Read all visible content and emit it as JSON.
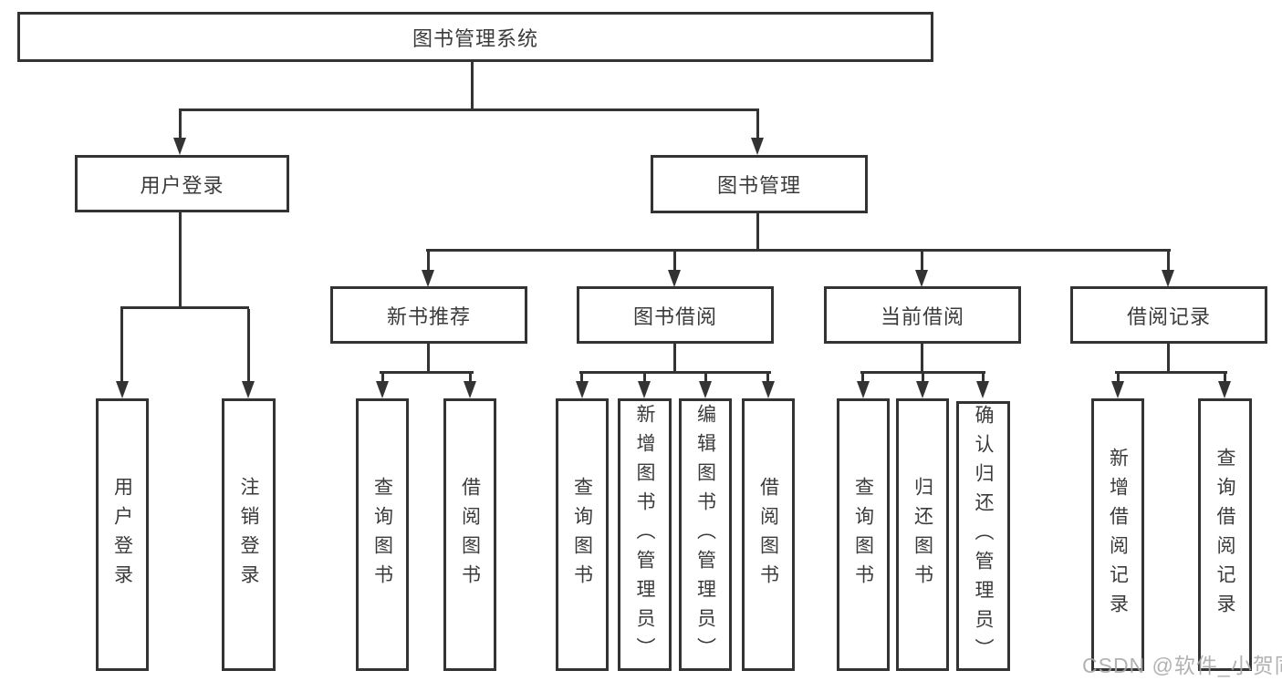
{
  "tree": {
    "label": "图书管理系统",
    "children": [
      {
        "label": "用户登录",
        "children": [
          {
            "label": "用户登录"
          },
          {
            "label": "注销登录"
          }
        ]
      },
      {
        "label": "图书管理",
        "children": [
          {
            "label": "新书推荐",
            "children": [
              {
                "label": "查询图书"
              },
              {
                "label": "借阅图书"
              }
            ]
          },
          {
            "label": "图书借阅",
            "children": [
              {
                "label": "查询图书"
              },
              {
                "label": "新增图书（管理员）"
              },
              {
                "label": "编辑图书（管理员）"
              },
              {
                "label": "借阅图书"
              }
            ]
          },
          {
            "label": "当前借阅",
            "children": [
              {
                "label": "查询图书"
              },
              {
                "label": "归还图书"
              },
              {
                "label": "确认归还（管理员）"
              }
            ]
          },
          {
            "label": "借阅记录",
            "children": [
              {
                "label": "新增借阅记录"
              },
              {
                "label": "查询借阅记录"
              }
            ]
          }
        ]
      }
    ]
  },
  "watermark": {
    "text": "CSDN @软件_小贺同学"
  },
  "colors": {
    "line": "#333333",
    "text": "#3b3b3b",
    "watermark": "#a8a8a8",
    "background": "#ffffff"
  }
}
